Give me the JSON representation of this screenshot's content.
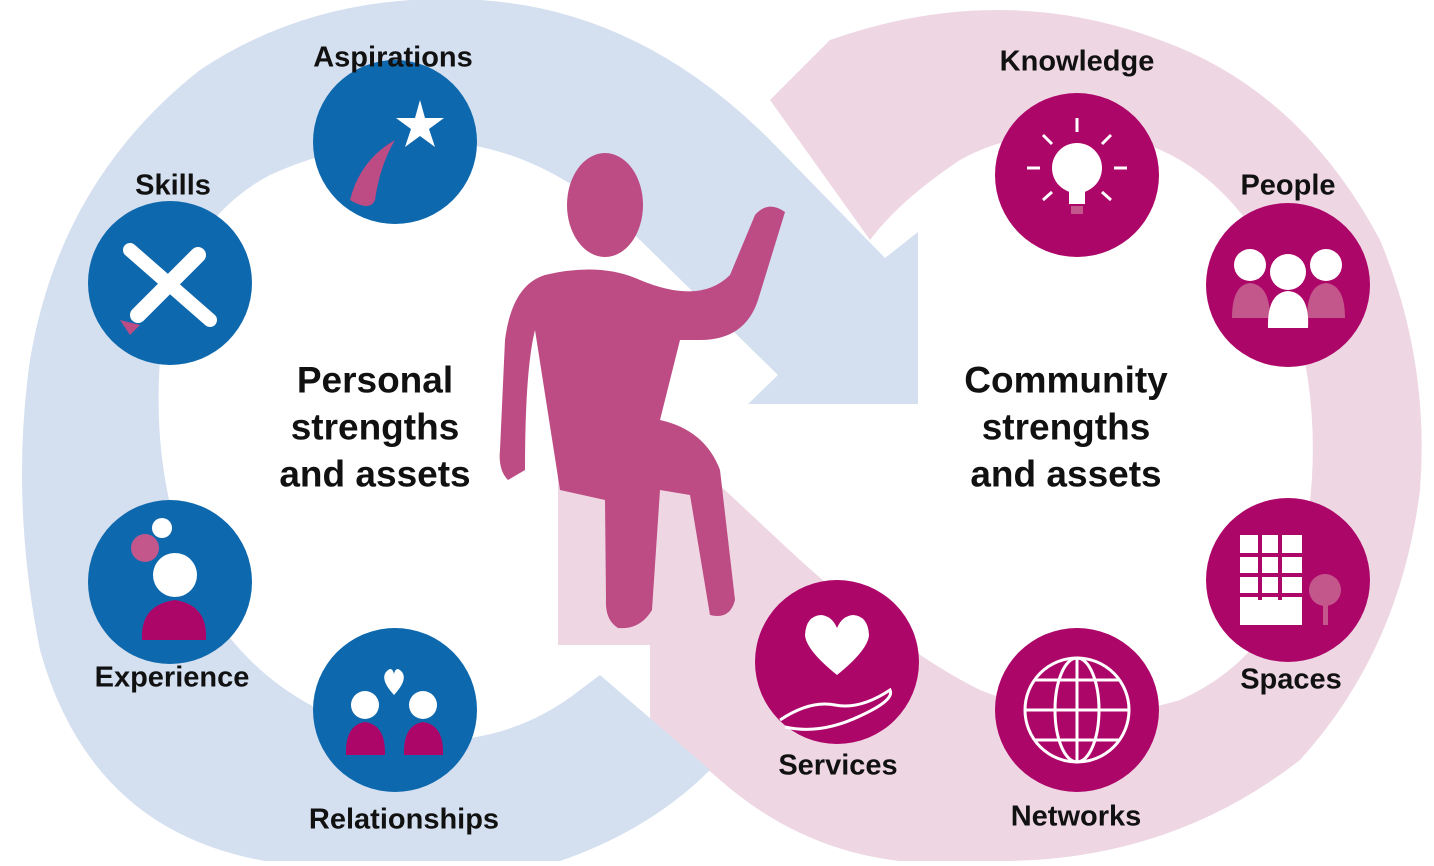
{
  "colors": {
    "personal_ring": "#d4dff0",
    "community_ring": "#eed7e3",
    "personal_icon": "#0e68ad",
    "community_icon": "#ad0669",
    "figure": "#bd4b84",
    "accent_pink": "#c3578c"
  },
  "personal": {
    "title": [
      "Personal",
      "strengths",
      "and assets"
    ],
    "items": [
      {
        "key": "aspirations",
        "label": "Aspirations",
        "icon": "shooting-star-icon"
      },
      {
        "key": "skills",
        "label": "Skills",
        "icon": "tools-icon"
      },
      {
        "key": "experience",
        "label": "Experience",
        "icon": "person-plus-minus-icon"
      },
      {
        "key": "relationships",
        "label": "Relationships",
        "icon": "two-people-heart-icon"
      }
    ]
  },
  "community": {
    "title": [
      "Community",
      "strengths",
      "and assets"
    ],
    "items": [
      {
        "key": "knowledge",
        "label": "Knowledge",
        "icon": "lightbulb-icon"
      },
      {
        "key": "people",
        "label": "People",
        "icon": "group-icon"
      },
      {
        "key": "spaces",
        "label": "Spaces",
        "icon": "building-tree-icon"
      },
      {
        "key": "networks",
        "label": "Networks",
        "icon": "globe-icon"
      },
      {
        "key": "services",
        "label": "Services",
        "icon": "heart-hand-icon"
      }
    ]
  }
}
